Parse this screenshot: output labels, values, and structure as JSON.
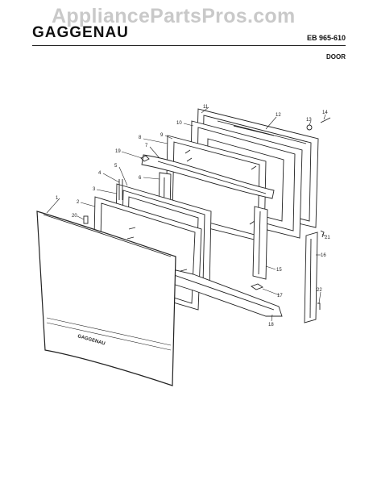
{
  "watermark": "AppliancePartsPros.com",
  "brand": "GAGGENAU",
  "model": "EB 965-610",
  "section": "DOOR",
  "door_logo": "GAGGENAU",
  "callouts": [
    "1",
    "2",
    "3",
    "4",
    "5",
    "6",
    "7",
    "8",
    "9",
    "10",
    "11",
    "12",
    "13",
    "14",
    "15",
    "16",
    "17",
    "18",
    "19",
    "20",
    "21",
    "22"
  ]
}
